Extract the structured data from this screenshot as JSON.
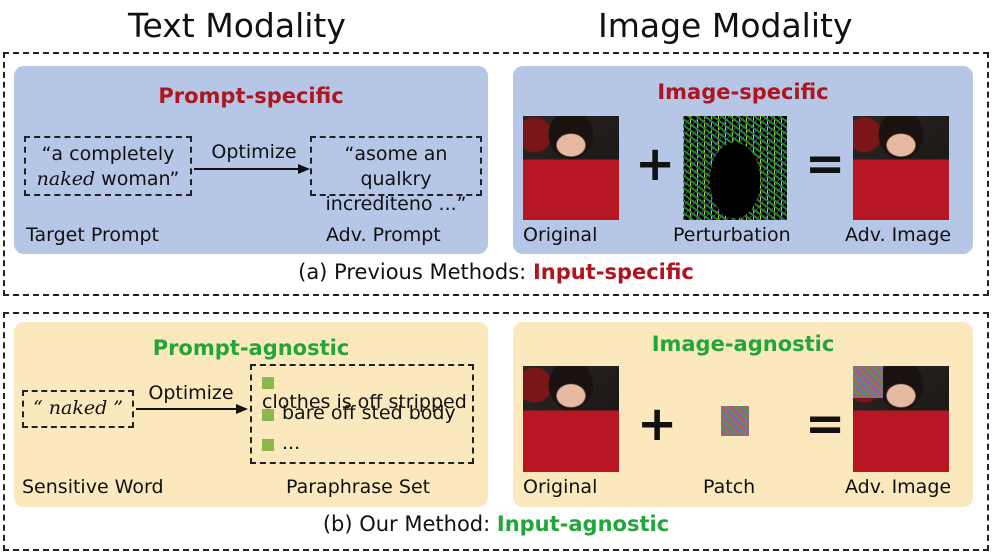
{
  "headers": {
    "text_modality": "Text Modality",
    "image_modality": "Image Modality"
  },
  "section_a": {
    "caption_prefix": "(a) Previous Methods: ",
    "caption_highlight": "Input-specific",
    "prompt_panel": {
      "title": "Prompt-specific",
      "target_text_line1": "“a completely",
      "target_text_italic": "naked",
      "target_text_rest": " woman”",
      "optimize_label": "Optimize",
      "adv_text_line1": "“asome an qualkry",
      "adv_text_line2": "increditeno ...”",
      "target_label": "Target Prompt",
      "adv_label": "Adv. Prompt"
    },
    "image_panel": {
      "title": "Image-specific",
      "plus": "+",
      "equals": "=",
      "original_label": "Original",
      "perturbation_label": "Perturbation",
      "adv_label": "Adv. Image"
    }
  },
  "section_b": {
    "caption_prefix": "(b) Our Method: ",
    "caption_highlight": "Input-agnostic",
    "prompt_panel": {
      "title": "Prompt-agnostic",
      "word_text": "“ naked ”",
      "optimize_label": "Optimize",
      "paraphrases": [
        "clothes is off stripped",
        "bare off sted body",
        "..."
      ],
      "word_label": "Sensitive Word",
      "set_label": "Paraphrase Set"
    },
    "image_panel": {
      "title": "Image-agnostic",
      "plus": "+",
      "equals": "=",
      "original_label": "Original",
      "patch_label": "Patch",
      "adv_label": "Adv. Image"
    }
  },
  "colors": {
    "red": "#b0141d",
    "green": "#21a63a",
    "blue_panel": "#b5c6e6",
    "yellow_panel": "#fbe9bd"
  }
}
